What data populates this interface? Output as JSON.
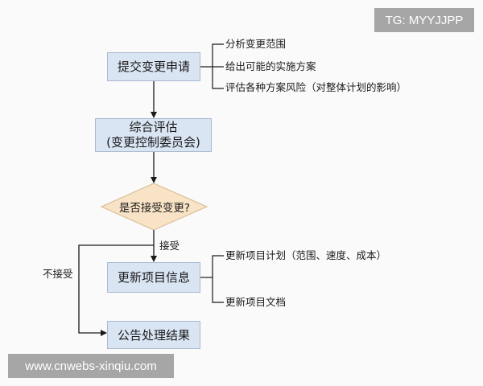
{
  "diagram": {
    "nodes": {
      "submit": {
        "label": "提交变更申请",
        "type": "process"
      },
      "evaluate": {
        "line1": "综合评估",
        "line2": "(变更控制委员会)",
        "type": "process"
      },
      "decision": {
        "label": "是否接受变更?",
        "type": "decision"
      },
      "update": {
        "label": "更新项目信息",
        "type": "process"
      },
      "announce": {
        "label": "公告处理结果",
        "type": "process"
      }
    },
    "submit_notes": [
      "分析变更范围",
      "给出可能的实施方案",
      "评估各种方案风险（对整体计划的影响）"
    ],
    "update_notes": [
      "更新项目计划（范围、速度、成本）",
      "更新项目文档"
    ],
    "edges": {
      "accept_label": "接受",
      "reject_label": "不接受"
    },
    "colors": {
      "process_fill": "#dae5f4",
      "process_border": "#a9b9cf",
      "decision_fill": "#f8e3c6",
      "decision_border": "#d9bf96",
      "line": "#1a1a1a"
    }
  },
  "watermarks": {
    "top_right": "TG: MYYJJPP",
    "bottom_left": "www.cnwebs-xinqiu.com"
  }
}
